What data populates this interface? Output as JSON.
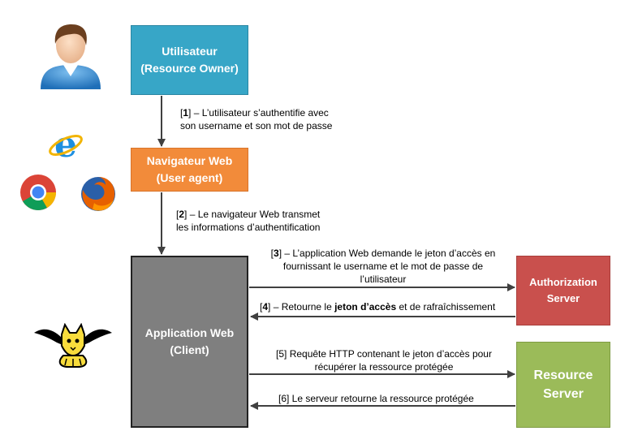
{
  "boxes": {
    "user": {
      "line1": "Utilisateur",
      "line2": "(Resource Owner)",
      "color": "#37a6c7"
    },
    "browser": {
      "line1": "Navigateur Web",
      "line2": "(User agent)",
      "color": "#f28b3a"
    },
    "client": {
      "line1": "Application Web",
      "line2": "(Client)",
      "color": "#7f7f7f"
    },
    "auth": {
      "line1": "Authorization",
      "line2": "Server",
      "color": "#c9504d"
    },
    "resource": {
      "line1": "Resource",
      "line2": "Server",
      "color": "#9bbb59"
    }
  },
  "steps": {
    "s1": {
      "num": "1",
      "line1": " – L’utilisateur s’authentifie avec",
      "line2": "son  username et son mot de passe"
    },
    "s2": {
      "num": "2",
      "line1": " – Le navigateur Web transmet",
      "line2": "les informations d’authentification"
    },
    "s3": {
      "num": "3",
      "line1": " – L’application Web demande le jeton d’accès en",
      "line2": "fournissant le username et le mot de passe de",
      "line3": "l’utilisateur"
    },
    "s4": {
      "num": "4",
      "pre": " – Retourne le ",
      "bold": "jeton d’accès",
      "post": " et de rafraîchissement"
    },
    "s5": {
      "line1": "[5] Requête HTTP contenant le jeton d’accès pour",
      "line2": "récupérer la ressource protégée"
    },
    "s6": {
      "line1": "[6] Le serveur retourne la ressource protégée"
    }
  },
  "icons": {
    "user": "user-avatar-icon",
    "ie": "internet-explorer-icon",
    "chrome": "chrome-icon",
    "firefox": "firefox-icon",
    "tomcat": "tomcat-logo-icon"
  }
}
